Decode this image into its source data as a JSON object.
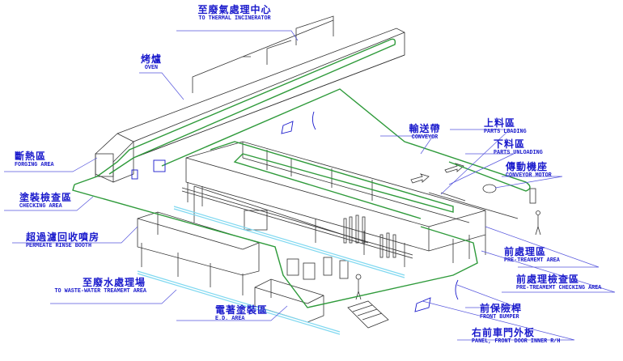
{
  "diagram": {
    "title": "Painting line isometric layout",
    "colors": {
      "structure": "#333333",
      "conveyor": "#2e9a3a",
      "label": "#1a1acc",
      "leader": "#5555dd",
      "floor_rail": "#7fd8f0"
    },
    "labels": {
      "thermal": {
        "zh": "至廢氣處理中心",
        "en": "TO THERMAL INCINERATOR"
      },
      "oven": {
        "zh": "烤爐",
        "en": "OVEN"
      },
      "forging": {
        "zh": "斷熱區",
        "en": "FORGING AREA"
      },
      "checking": {
        "zh": "塗裝檢查區",
        "en": "CHECKING AREA"
      },
      "permeate": {
        "zh": "超過濾回收噴房",
        "en": "PERMEATE RINSE BOOTH"
      },
      "waste_water": {
        "zh": "至廢水處理場",
        "en": "TO WASTE-WATER TREAMEMT AREA"
      },
      "ed": {
        "zh": "電著塗裝區",
        "en": "E.D. AREA"
      },
      "conveyor": {
        "zh": "輸送帶",
        "en": "CONVEYOR"
      },
      "parts_loading": {
        "zh": "上料區",
        "en": "PARTS LOADING"
      },
      "parts_unloading": {
        "zh": "下料區",
        "en": "PARTS UNLOADING"
      },
      "conveyor_motor": {
        "zh": "傳動機座",
        "en": "CONVEYOR MOTOR"
      },
      "pretreatment": {
        "zh": "前處理區",
        "en": "PRE-TREAMEMT AREA"
      },
      "pretreatment_checking": {
        "zh": "前處理檢查區",
        "en": "PRE-TREAMEMT CHECKING AREA"
      },
      "front_bumper": {
        "zh": "前保險桿",
        "en": "FRONT BUMPER"
      },
      "front_door": {
        "zh": "右前車門外板",
        "en": "PANEL, FRONT DOOR INNER R/H"
      }
    }
  }
}
